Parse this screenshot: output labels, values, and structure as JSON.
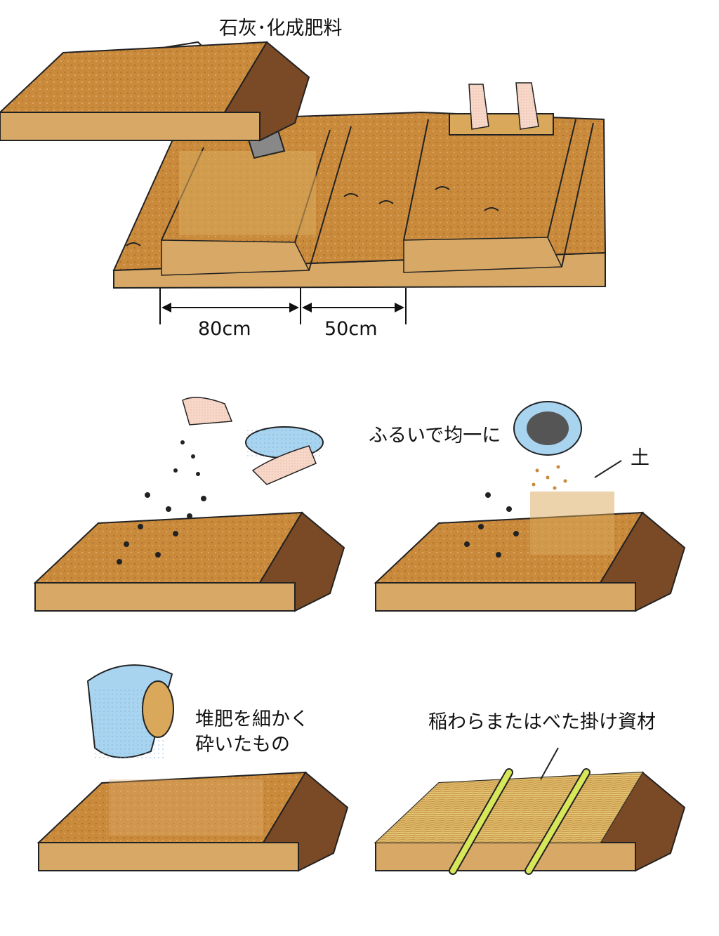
{
  "colors": {
    "soil": "#c98a3c",
    "soil_top": "#b87530",
    "soil_side": "#d7a866",
    "soil_dark": "#7a4a26",
    "container": "#a8d4f0",
    "skin": "#f7d8c8",
    "pole": "#d8e65a",
    "straw": "#d8b96a"
  },
  "icons": [
    "bucket-icon",
    "hoe-icon",
    "hands-icon",
    "sieve-icon",
    "bowl-icon",
    "pail-icon",
    "pole-icon"
  ],
  "panel1": {
    "label_fertilizer": "石灰･化成肥料",
    "dim_bed": "80cm",
    "dim_furrow": "50cm"
  },
  "panel3": {
    "label_sieve": "ふるいで均一に",
    "label_soil": "土"
  },
  "panel4": {
    "label_compost_line1": "堆肥を細かく",
    "label_compost_line2": "砕いたもの"
  },
  "panel5": {
    "label_cover": "稲わらまたはべた掛け資材"
  }
}
